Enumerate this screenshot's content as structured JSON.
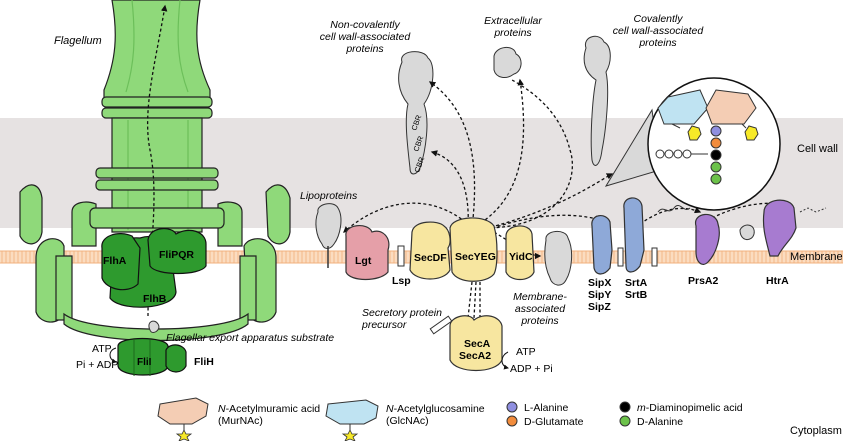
{
  "regions": {
    "cell_wall": "Cell wall",
    "membrane": "Membrane",
    "cytoplasm": "Cytoplasm"
  },
  "flagellum": {
    "title": "Flagellum",
    "proteins": [
      "FlhA",
      "FliPQR",
      "FlhB",
      "FliI",
      "FliH"
    ],
    "substrate_label": "Flagellar export apparatus substrate",
    "atp": "ATP",
    "atp_products": "Pi + ADP"
  },
  "sec_pathway": {
    "proteins": [
      "Lgt",
      "Lsp",
      "SecDF",
      "SecYEG",
      "YidC",
      "SecA",
      "SecA2"
    ],
    "precursor_label": [
      "Secretory protein",
      "precursor"
    ],
    "atp": "ATP",
    "atp_products": "ADP + Pi"
  },
  "protein_destinations": {
    "lipoproteins": "Lipoproteins",
    "non_covalent": [
      "Non-covalently",
      "cell wall-associated",
      "proteins"
    ],
    "extracellular": [
      "Extracellular",
      "proteins"
    ],
    "covalent": [
      "Covalently",
      "cell wall-associated",
      "proteins"
    ],
    "membrane_associated": [
      "Membrane-",
      "associated",
      "proteins"
    ],
    "cbr_label": "CBR"
  },
  "enzymes": {
    "sip": [
      "SipX",
      "SipY",
      "SipZ"
    ],
    "srt": [
      "SrtA",
      "SrtB"
    ],
    "prsa": "PrsA2",
    "htra": "HtrA"
  },
  "legend": {
    "murnac": {
      "italic": "N",
      "rest": "-Acetylmuramic acid",
      "abbr": "(MurNAc)",
      "color": "#f4cdb4"
    },
    "glcnac": {
      "italic": "N",
      "rest": "-Acetylglucosamine",
      "abbr": "(GlcNAc)",
      "color": "#bfe3f2"
    },
    "l_alanine": {
      "label": "L-Alanine",
      "color": "#8f8fe0"
    },
    "d_glutamate": {
      "label": "D-Glutamate",
      "color": "#f28c3c"
    },
    "m_dap": {
      "italic": "m",
      "rest": "-Diaminopimelic acid",
      "color": "#000000"
    },
    "d_alanine": {
      "label": "D-Alanine",
      "color": "#6cc24a"
    }
  },
  "colors": {
    "flagellum": "#8fd97a",
    "flagellum_dark": "#2e9a2e",
    "cell_wall_band": "#e6e2e2",
    "membrane": "#f6c59a",
    "sec_yellow": "#f7e6a0",
    "lgt_pink": "#e59fa8",
    "sip_blue": "#8ea9d8",
    "purple": "#a77bd0",
    "grey_protein": "#d9d9d9",
    "star": "#f7e928"
  }
}
